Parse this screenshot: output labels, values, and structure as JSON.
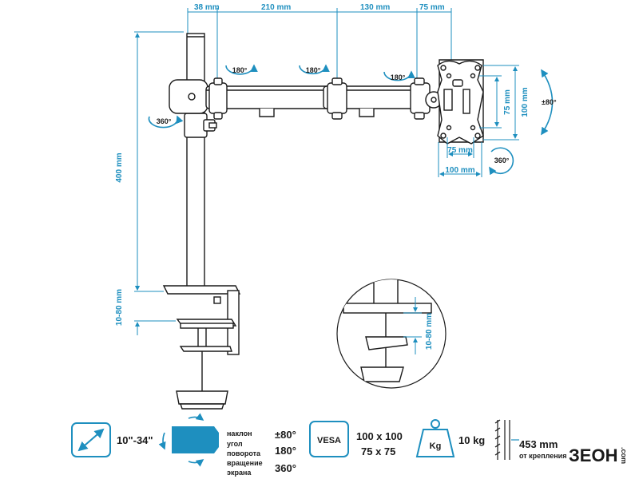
{
  "dimensions": {
    "top_38": "38 mm",
    "top_210": "210 mm",
    "top_130": "130 mm",
    "top_75": "75 mm",
    "height_400": "400 mm",
    "clamp_1080": "10-80 mm",
    "detail_1080": "10-80 mm",
    "vesa_75_v": "75 mm",
    "vesa_100_v": "100 mm",
    "vesa_75_h": "75 mm",
    "vesa_100_h": "100 mm"
  },
  "rotations": {
    "joint1": "180°",
    "joint2": "180°",
    "joint3": "180°",
    "pole": "360°",
    "tilt": "±80°",
    "screen": "360°"
  },
  "specs": {
    "screen_size": "10\"-34\"",
    "labels": [
      "наклон",
      "угол",
      "поворота",
      "вращение",
      "экрана"
    ],
    "tilt_value": "±80°",
    "swivel_value": "180°",
    "rotation_value": "360°",
    "vesa_badge": "VESA",
    "vesa_1": "100 x 100",
    "vesa_2": "75 x 75",
    "weight_badge": "Kg",
    "weight": "10 kg",
    "mount_value": "453 mm",
    "mount_label": "от крепления"
  },
  "brand": {
    "logo": "ЗЕОН",
    "logo_suffix": ".com"
  },
  "colors": {
    "accent": "#1e8fbf",
    "line": "#1a1a1a"
  }
}
